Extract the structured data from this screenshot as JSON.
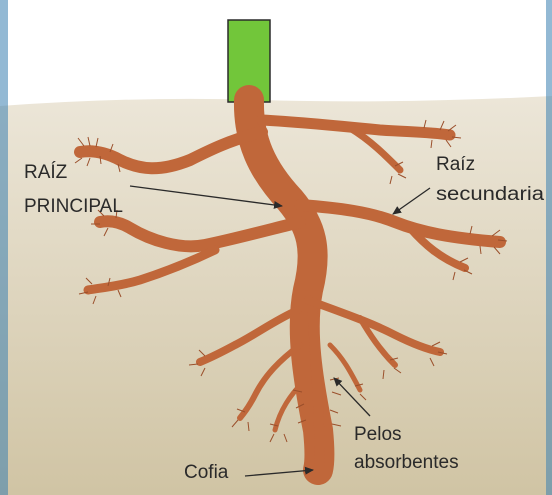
{
  "labels": {
    "raiz_principal_line1": "RAÍZ",
    "raiz_principal_line2": "PRINCIPAL",
    "raiz_secundaria_line1": "Raíz",
    "raiz_secundaria_line2": "secundaria",
    "pelos_line1": "Pelos",
    "pelos_line2": "absorbentes",
    "cofia": "Cofia"
  },
  "colors": {
    "sky": "#ffffff",
    "soil_top": "#e9e3d5",
    "soil_bottom": "#d2c7a9",
    "root": "#c0673a",
    "root_outline": "#9a4f2b",
    "stem": "#72c63a",
    "stem_outline": "#2b2b2b",
    "frame_blue": "#3a7fb0",
    "text": "#2a2a2a"
  }
}
